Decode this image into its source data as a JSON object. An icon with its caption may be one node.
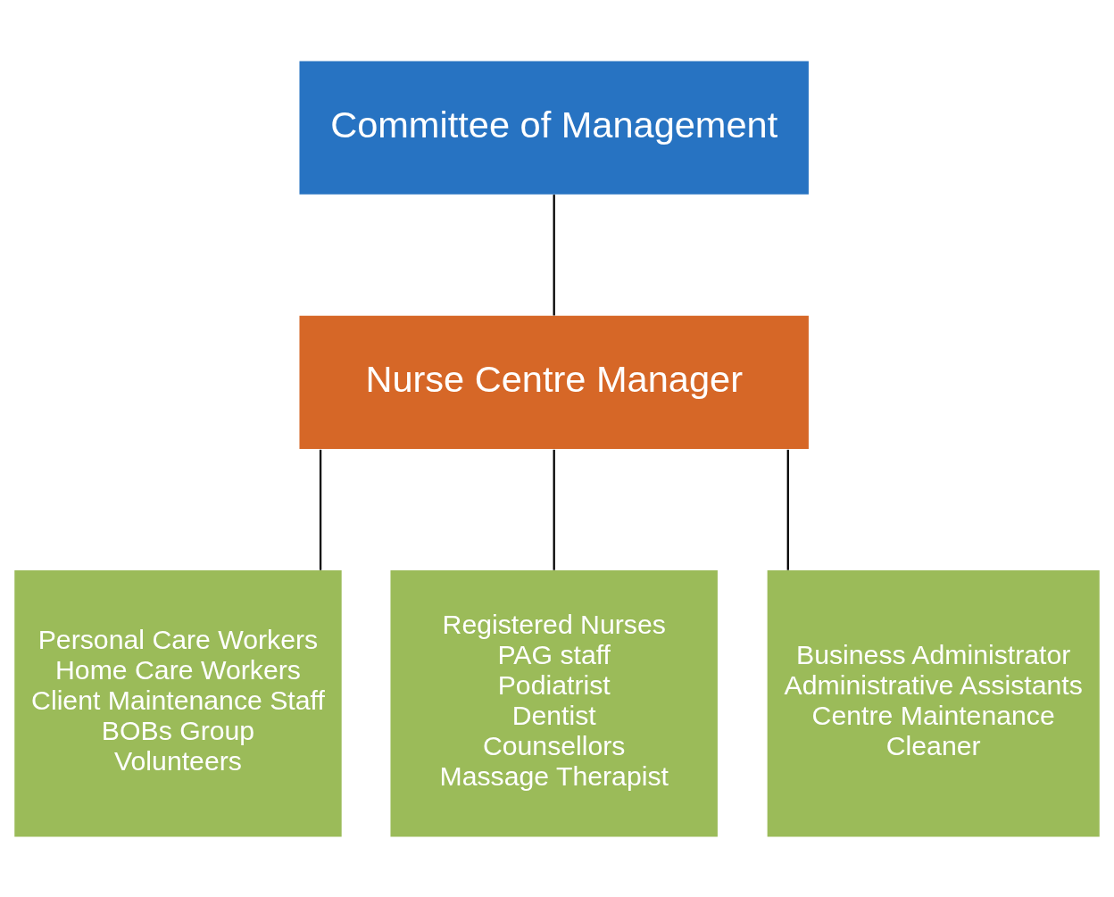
{
  "diagram": {
    "nodes": [
      {
        "text": [
          "Committee of Management"
        ]
      },
      {
        "text": [
          "Nurse Centre Manager"
        ]
      },
      {
        "text": [
          "Personal Care Workers",
          "Home Care Workers",
          "Client Maintenance Staff",
          "BOBs Group",
          "Volunteers"
        ]
      },
      {
        "text": [
          "Registered Nurses",
          "PAG staff",
          "Podiatrist",
          "Dentist",
          "Counsellors",
          "Massage Therapist"
        ]
      },
      {
        "text": [
          "Business Administrator",
          "Administrative Assistants",
          "Centre Maintenance",
          "Cleaner"
        ]
      }
    ],
    "edges": [
      {
        "from": 0,
        "to": 1,
        "arrow": "none"
      },
      {
        "from": 1,
        "to": 2,
        "arrow": "none"
      },
      {
        "from": 1,
        "to": 3,
        "arrow": "none"
      },
      {
        "from": 1,
        "to": 4,
        "arrow": "none"
      }
    ]
  }
}
